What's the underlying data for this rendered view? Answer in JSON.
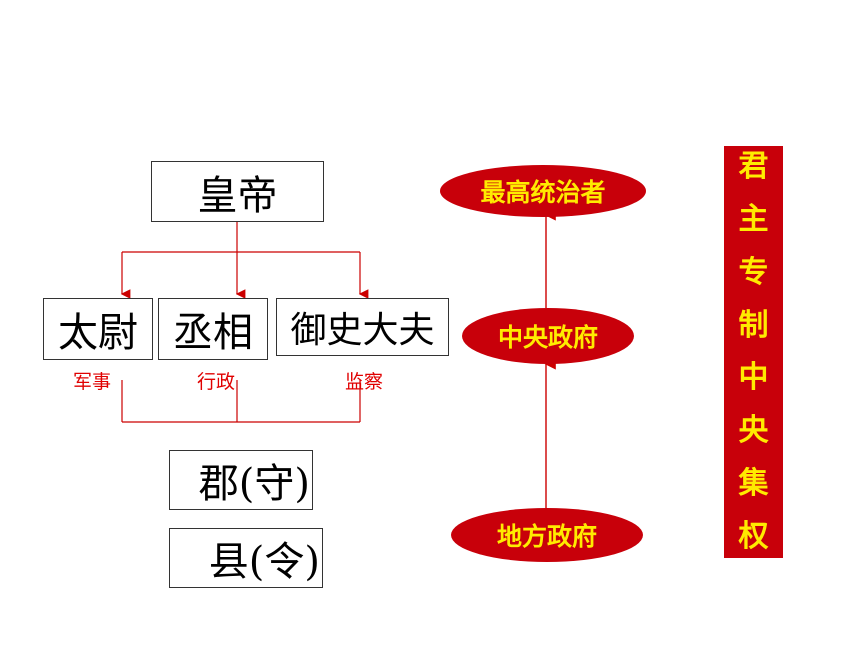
{
  "hierarchy": {
    "emperor": "皇帝",
    "ministers": [
      "太尉",
      "丞相",
      "御史大夫"
    ],
    "duties": [
      "军事",
      "行政",
      "监察"
    ],
    "commandery": "郡(守)",
    "county": "县(令)"
  },
  "levels": {
    "top": "最高统治者",
    "central": "中央政府",
    "local": "地方政府"
  },
  "banner": {
    "chars": [
      "君",
      "主",
      "专",
      "制",
      "中",
      "央",
      "集",
      "权"
    ]
  },
  "colors": {
    "line": "#cc0000",
    "oval_fill": "#c8000a",
    "oval_text": "#ffeb00",
    "label_text": "#e00000"
  }
}
